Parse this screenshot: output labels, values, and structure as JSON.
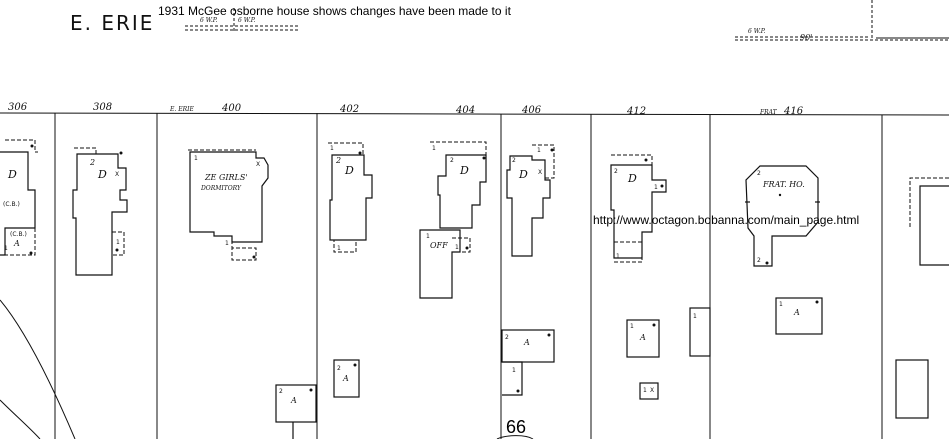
{
  "street": {
    "name": "E. ERIE"
  },
  "caption": "1931 McGee osborne house shows changes have been made to it",
  "url": "http://www.octagon.bobanna.com/main_page.html",
  "page_number": "66",
  "addresses": [
    "306",
    "308",
    "400",
    "402",
    "404",
    "406",
    "412",
    "416"
  ],
  "address_prefix": {
    "e_erie": "E. ERIE",
    "frat": "FRAT"
  },
  "building_labels": {
    "girls_dorm_1": "ZE GIRLS'",
    "girls_dorm_2": "DORMITORY",
    "frat_house": "FRAT. HO.",
    "office": "OFF",
    "dwelling": "D",
    "auto": "A",
    "cb": "(C.B.)",
    "x": "X"
  },
  "story_counts": [
    "1",
    "2"
  ],
  "small_annotations": {
    "top_left_1": "6 W.P.",
    "top_left_2": "6 W.P.",
    "top_right": "6 W.P.",
    "top_right_2": "90'"
  },
  "colors": {
    "ink": "#111111",
    "paper": "#ffffff"
  }
}
